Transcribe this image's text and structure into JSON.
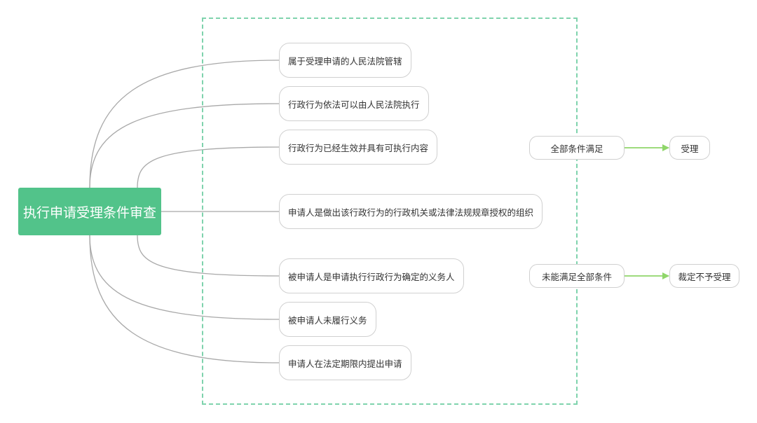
{
  "root": {
    "label": "执行申请受理条件审查"
  },
  "conditions": [
    "属于受理申请的人民法院管辖",
    "行政行为依法可以由人民法院执行",
    "行政行为已经生效并具有可执行内容",
    "申请人是做出该行政行为的行政机关或法律法规规章授权的组织",
    "被申请人是申请执行行政行为确定的义务人",
    "被申请人未履行义务",
    "申请人在法定期限内提出申请"
  ],
  "outcomes": [
    {
      "condition": "全部条件满足",
      "result": "受理"
    },
    {
      "condition": "未能满足全部条件",
      "result": "裁定不予受理"
    }
  ],
  "colors": {
    "root_fill": "#52c38a",
    "boundary": "#7fd3ad",
    "connector": "#a9a9a9",
    "arrow": "#8fd66a"
  }
}
